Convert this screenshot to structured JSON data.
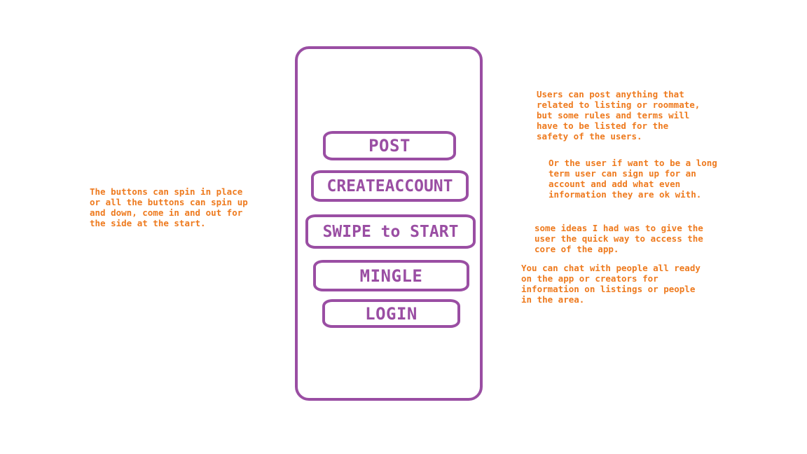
{
  "buttons": {
    "post": "POST",
    "create_account": "CREATEACCOUNT",
    "swipe": "SWIPE to START",
    "mingle": "MINGLE",
    "login": "LOGIN"
  },
  "notes": {
    "buttons_animation": "The buttons can spin in place\nor all the buttons can spin up\nand down, come in and out for\nthe side at the start.",
    "post": "Users can post anything that\nrelated to listing or roommate,\nbut some rules and terms will\nhave to be listed for the\nsafety of the users.",
    "create_account": "Or the user if want to be a long\nterm user can sign up for an\naccount and add what even\ninformation they are ok with.",
    "swipe": "some ideas I had was to give the\nuser the quick way to access the\ncore of the app.",
    "mingle": "You can chat with people all ready\non the app or creators for\ninformation on listings or people\nin the area."
  },
  "colors": {
    "wireframe": "#9a4ea3",
    "annotation": "#ee7a1e",
    "background": "#ffffff"
  }
}
